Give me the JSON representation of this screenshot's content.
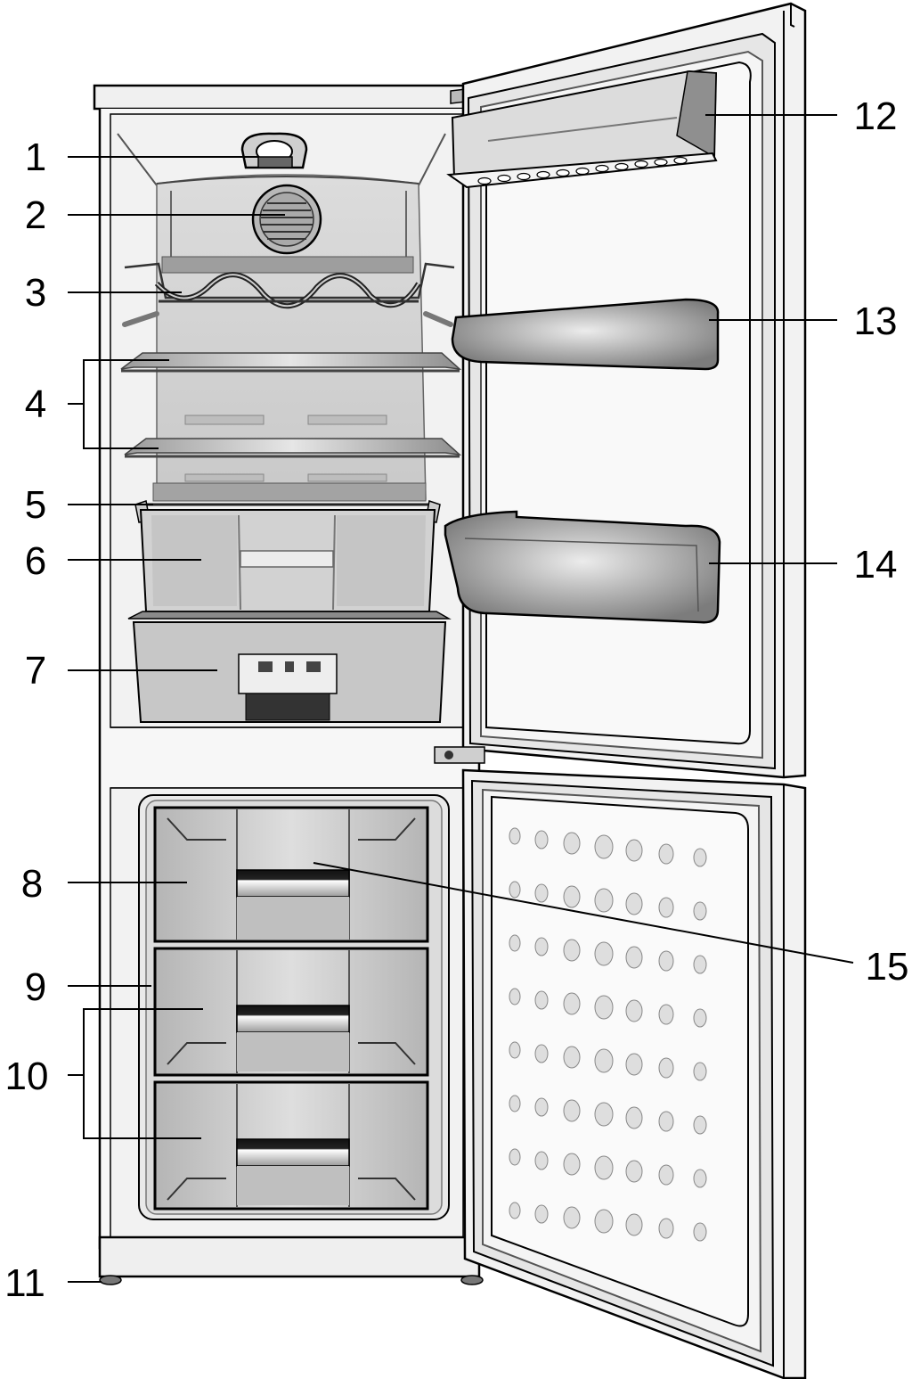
{
  "colors": {
    "outline": "#000000",
    "cabinet": "#f4f4f4",
    "interior": "#e8e8e8",
    "plastic_light": "#d9d9d9",
    "plastic_mid": "#bdbdbd",
    "plastic_dark": "#8c8c8c",
    "handle": "#1e1e1e"
  },
  "callouts": [
    {
      "number": "1",
      "part": "light-unit"
    },
    {
      "number": "2",
      "part": "fan"
    },
    {
      "number": "3",
      "part": "bottle-rack"
    },
    {
      "number": "4",
      "part": "glass-shelves"
    },
    {
      "number": "5",
      "part": "crisper-cover"
    },
    {
      "number": "6",
      "part": "crisper"
    },
    {
      "number": "7",
      "part": "chill-drawer"
    },
    {
      "number": "8",
      "part": "freezer-drawer-top"
    },
    {
      "number": "9",
      "part": "freezer-compartment"
    },
    {
      "number": "10",
      "part": "freezer-drawers-lower"
    },
    {
      "number": "11",
      "part": "adjustable-feet"
    },
    {
      "number": "12",
      "part": "door-top-compartment"
    },
    {
      "number": "13",
      "part": "door-shelf"
    },
    {
      "number": "14",
      "part": "door-bottle-shelf"
    },
    {
      "number": "15",
      "part": "drawer-handle"
    }
  ]
}
